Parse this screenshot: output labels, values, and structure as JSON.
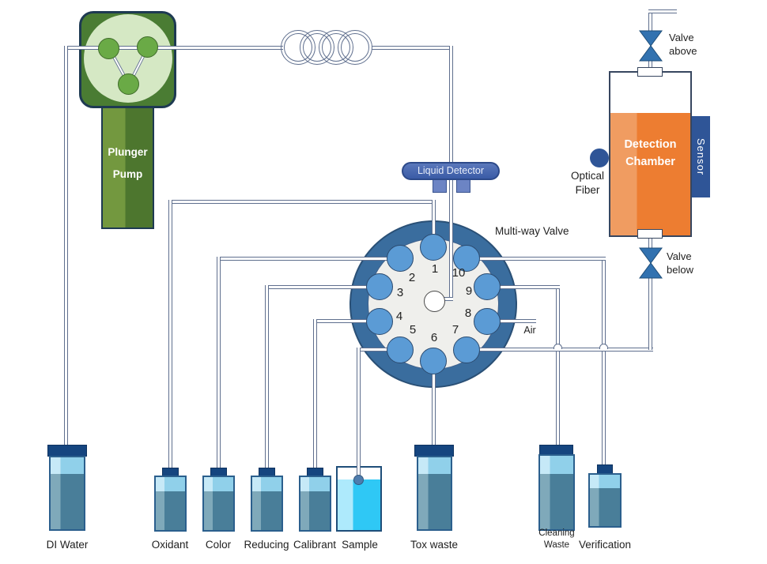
{
  "pump": {
    "label_line1": "Plunger",
    "label_line2": "Pump"
  },
  "liquid_detector": {
    "label": "Liquid Detector"
  },
  "valve": {
    "label": "Multi-way Valve",
    "port_numbers": [
      "1",
      "2",
      "3",
      "4",
      "5",
      "6",
      "7",
      "8",
      "9",
      "10"
    ]
  },
  "detection_chamber": {
    "label_line1": "Detection",
    "label_line2": "Chamber"
  },
  "sensor": {
    "label": "Sensor"
  },
  "optical_fiber": {
    "label_line1": "Optical",
    "label_line2": "Fiber"
  },
  "valve_above": {
    "label_line1": "Valve",
    "label_line2": "above"
  },
  "valve_below": {
    "label_line1": "Valve",
    "label_line2": "below"
  },
  "air": {
    "label": "Air"
  },
  "bottles": [
    {
      "id": "di-water",
      "label": "DI Water",
      "size": "large"
    },
    {
      "id": "oxidant",
      "label": "Oxidant",
      "size": "small"
    },
    {
      "id": "color",
      "label": "Color",
      "size": "small"
    },
    {
      "id": "reducing",
      "label": "Reducing",
      "size": "small"
    },
    {
      "id": "calibrant",
      "label": "Calibrant",
      "size": "small"
    },
    {
      "id": "sample",
      "label": "Sample",
      "size": "beaker"
    },
    {
      "id": "tox-waste",
      "label": "Tox waste",
      "size": "large"
    },
    {
      "id": "cleaning-waste",
      "label_line1": "Cleaning",
      "label_line2": "Waste",
      "size": "large"
    },
    {
      "id": "verification",
      "label": "Verification",
      "size": "small"
    }
  ],
  "icons": {
    "pump_head": "rotary-pump-head-icon",
    "coil": "tubing-coil-icon",
    "valve_above": "bowtie-valve-icon",
    "valve_below": "bowtie-valve-icon",
    "optical_fiber": "fiber-dot-icon",
    "sample_probe": "probe-tip-icon"
  },
  "colors": {
    "pipe": "#5f6f8e",
    "valve_ring": "#3a6d9e",
    "port_fill": "#5b9bd5",
    "chamber_orange": "#ed7d31",
    "chamber_orange_light": "#f09c61",
    "sensor_blue": "#2f5597",
    "pump_green_dark": "#4a7c33",
    "pump_green_light": "#d5e8c4",
    "pump_circle_green": "#6aaa46",
    "bottle_cap_navy": "#15457f",
    "bottle_body_teal": "#497e99",
    "sample_cyan": "#2fc8f5",
    "detector_blue": "#3a5ba6"
  }
}
